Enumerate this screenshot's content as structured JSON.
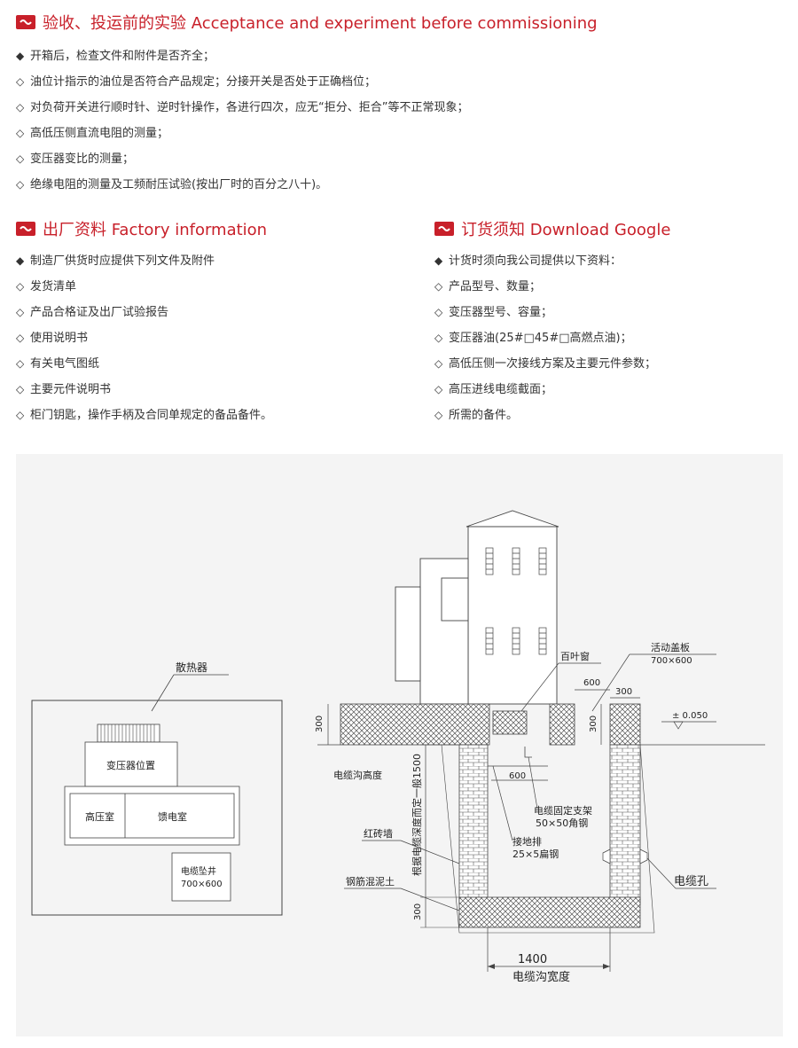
{
  "sections": {
    "acceptance": {
      "title": "验收、投运前的实验 Acceptance and experiment before commissioning",
      "items": [
        {
          "mark": "◆",
          "text": "开箱后，检查文件和附件是否齐全；"
        },
        {
          "mark": "◇",
          "text": "油位计指示的油位是否符合产品规定；分接开关是否处于正确档位；"
        },
        {
          "mark": "◇",
          "text": "对负荷开关进行顺时针、逆时针操作，各进行四次，应无“拒分、拒合”等不正常现象；"
        },
        {
          "mark": "◇",
          "text": "高低压侧直流电阻的测量；"
        },
        {
          "mark": "◇",
          "text": "变压器变比的测量；"
        },
        {
          "mark": "◇",
          "text": "绝缘电阻的测量及工频耐压试验(按出厂时的百分之八十)。"
        }
      ]
    },
    "factory": {
      "title": "出厂资料 Factory information",
      "items": [
        {
          "mark": "◆",
          "text": "制造厂供货时应提供下列文件及附件"
        },
        {
          "mark": "◇",
          "text": "发货清单"
        },
        {
          "mark": "◇",
          "text": "产品合格证及出厂试验报告"
        },
        {
          "mark": "◇",
          "text": "使用说明书"
        },
        {
          "mark": "◇",
          "text": "有关电气图纸"
        },
        {
          "mark": "◇",
          "text": "主要元件说明书"
        },
        {
          "mark": "◇",
          "text": "柜门钥匙，操作手柄及合同单规定的备品备件。"
        }
      ]
    },
    "order": {
      "title": "订货须知 Download Google",
      "items": [
        {
          "mark": "◆",
          "text": "计货时须向我公司提供以下资料："
        },
        {
          "mark": "◇",
          "text": "产品型号、数量；"
        },
        {
          "mark": "◇",
          "text": "变压器型号、容量；"
        },
        {
          "mark": "◇",
          "text": "变压器油(25#□45#□高燃点油)；"
        },
        {
          "mark": "◇",
          "text": "高低压侧一次接线方案及主要元件参数；"
        },
        {
          "mark": "◇",
          "text": "高压进线电缆截面；"
        },
        {
          "mark": "◇",
          "text": "所需的备件。"
        }
      ]
    }
  },
  "diagram": {
    "plan": {
      "radiator": "散热器",
      "transformer": "变压器位置",
      "hv_room": "高压室",
      "feeder_room": "馈电室",
      "cable_well": "电缆坠井",
      "cable_well_size": "700×600"
    },
    "section": {
      "louver": "百叶窗",
      "cover": "活动盖板",
      "cover_size": "700×600",
      "dim_600_top": "600",
      "dim_300_top": "300",
      "dim_300_left": "300",
      "dim_300_mid": "300",
      "dim_300_bottom": "300",
      "level": "± 0.050",
      "trench_height": "电缆沟高度",
      "depth_note": "根据电缆深度而定一般1500",
      "dim_600_mid": "600",
      "bracket": "电缆固定支架",
      "bracket_spec": "50×50角钢",
      "ground_bar": "接地排",
      "ground_bar_spec": "25×5扁钢",
      "brick_wall": "红砖墙",
      "concrete": "钢筋混泥土",
      "cable_hole": "电缆孔",
      "width_dim": "1400",
      "trench_width": "电缆沟宽度"
    }
  },
  "colors": {
    "accent": "#c8202a",
    "panel": "#f4f4f4"
  },
  "icons": {
    "section_icon": "red-badge-icon"
  }
}
